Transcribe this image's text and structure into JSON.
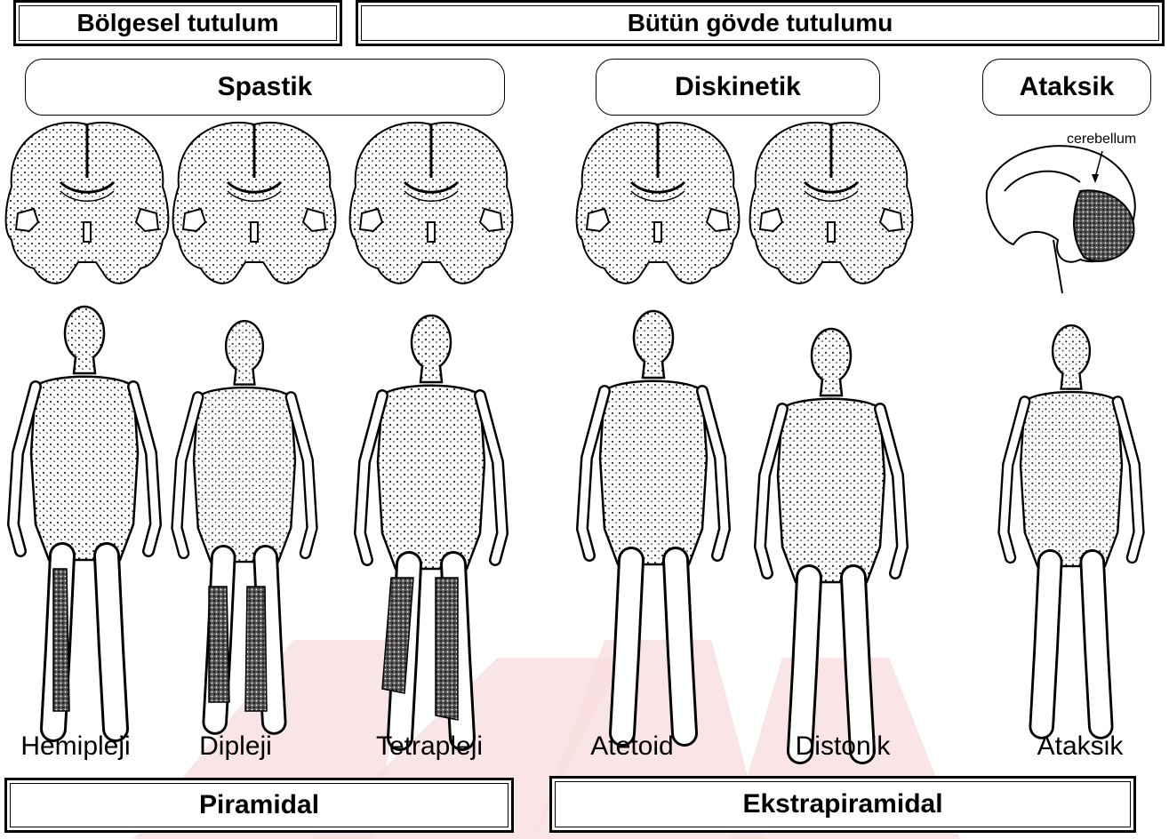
{
  "headers": {
    "regional": "Bölgesel tutulum",
    "whole_body": "Bütün gövde tutulumu"
  },
  "categories": {
    "spastic": "Spastik",
    "dyskinetic": "Diskinetik",
    "ataxic": "Ataksik"
  },
  "brain_annotation": "cerebellum",
  "figures": {
    "hemiplegia": "Hemipleji",
    "diplegia": "Dipleji",
    "tetraplegia": "Tetrapleji",
    "athetoid": "Atetoid",
    "dystonic": "Distonik",
    "ataxic": "Ataksik"
  },
  "footers": {
    "pyramidal": "Piramidal",
    "extrapyramidal": "Ekstrapiramidal"
  },
  "colors": {
    "stroke": "#000000",
    "watermark": "#f4d2d2"
  }
}
